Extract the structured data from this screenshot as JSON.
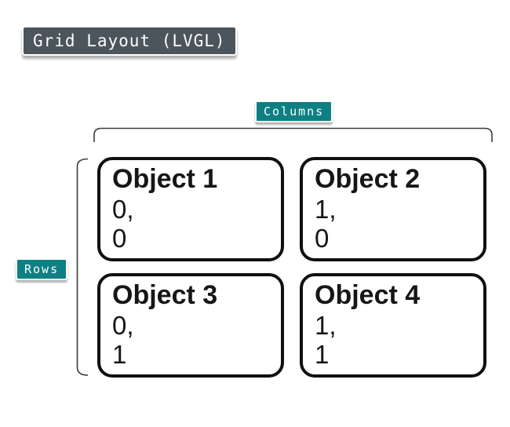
{
  "title": {
    "label": "Grid Layout (LVGL)"
  },
  "annotations": {
    "columns_label": "Columns",
    "rows_label": "Rows"
  },
  "grid": {
    "columns": 2,
    "rows": 2,
    "cells": [
      {
        "title": "Object 1",
        "line1": "0,",
        "line2": "0"
      },
      {
        "title": "Object 2",
        "line1": "1,",
        "line2": "0"
      },
      {
        "title": "Object 3",
        "line1": "0,",
        "line2": "1"
      },
      {
        "title": "Object 4",
        "line1": "1,",
        "line2": "1"
      }
    ]
  },
  "colors": {
    "title_badge_bg": "#4b555b",
    "teal_badge_bg": "#0e8083",
    "badge_text": "#fdfdfd",
    "cell_border": "#101010",
    "cell_text": "#161616",
    "bracket_stroke": "#3d3d3d",
    "background": "#ffffff"
  }
}
